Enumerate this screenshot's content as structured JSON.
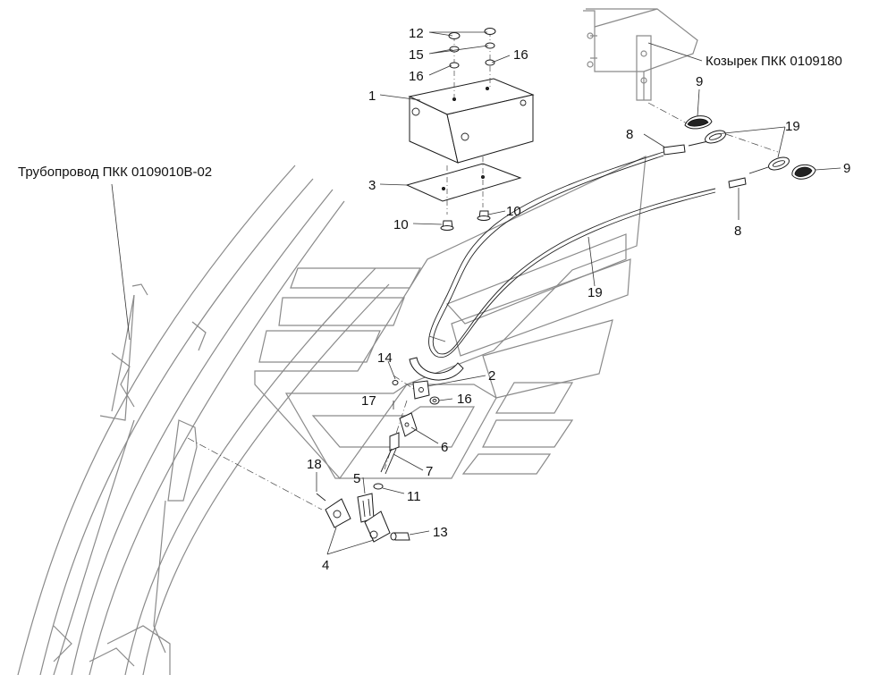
{
  "labels": {
    "pipeline": "Трубопровод ПКК 0109010В-02",
    "visor": "Козырек ПКК 0109180"
  },
  "callouts": {
    "c1": "1",
    "c2": "2",
    "c3": "3",
    "c4": "4",
    "c5": "5",
    "c6": "6",
    "c7": "7",
    "c8a": "8",
    "c8b": "8",
    "c9a": "9",
    "c9b": "9",
    "c10a": "10",
    "c10b": "10",
    "c11": "11",
    "c12": "12",
    "c13": "13",
    "c14": "14",
    "c15": "15",
    "c16a": "16",
    "c16b": "16",
    "c16c": "16",
    "c17": "17",
    "c18": "18",
    "c19a": "19",
    "c19b": "19"
  }
}
